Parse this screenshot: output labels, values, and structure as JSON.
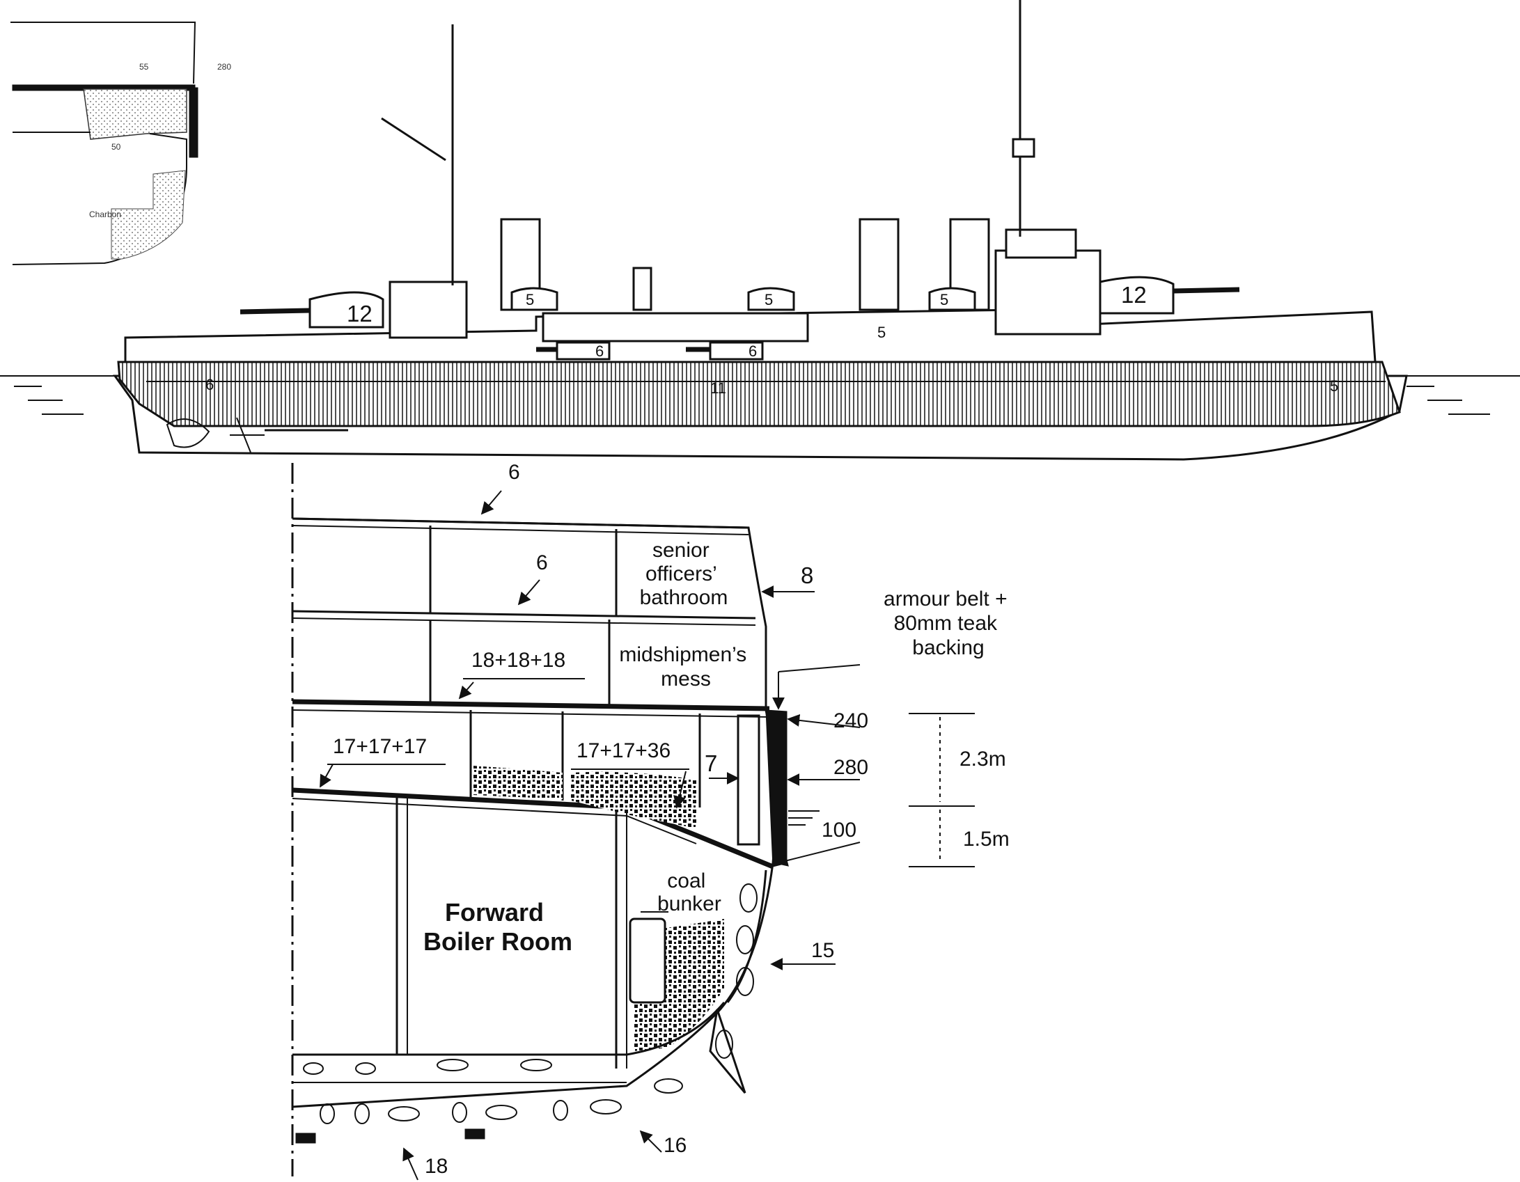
{
  "inset": {
    "labels": {
      "top_thickness": "55",
      "right_thickness": "280",
      "deck_thickness": "50",
      "coal": "Charbon"
    }
  },
  "profile": {
    "labels": {
      "fwd_turret": "12",
      "aft_turret": "12",
      "wing_turret_left": "5",
      "wing_turret_center": "5",
      "wing_turret_right": "5",
      "wing_turret_right2": "5",
      "secondary_left": "6",
      "secondary_right": "6",
      "belt_left": "6",
      "belt_mid": "11",
      "belt_right": "5"
    }
  },
  "section": {
    "upper_deck": "6",
    "main_deck": "6",
    "side_plating": "8",
    "officers_room": [
      "senior",
      "officers’",
      "bathroom"
    ],
    "mess_room": [
      "midshipmen’s",
      "mess"
    ],
    "armour_note": [
      "armour belt +",
      "80mm teak",
      "backing"
    ],
    "armoured_deck": "18+18+18",
    "protective_deck_inner": "17+17+17",
    "protective_deck_outer": "17+17+36",
    "longitudinal_bulkhead": "7",
    "belt_top": "240",
    "belt_main": "280",
    "belt_lower": "100",
    "belt_height_upper": "2.3m",
    "belt_height_lower": "1.5m",
    "bunker": [
      "coal",
      "bunker"
    ],
    "compartment": [
      "Forward",
      "Boiler Room"
    ],
    "hull_side": "15",
    "bilge": "16",
    "bottom": "18"
  }
}
